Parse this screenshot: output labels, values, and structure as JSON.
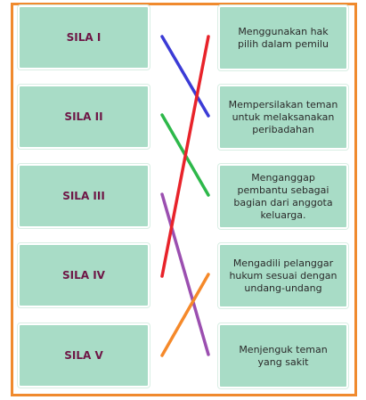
{
  "sila": [
    {
      "label": "SILA I"
    },
    {
      "label": "SILA II"
    },
    {
      "label": "SILA III"
    },
    {
      "label": "SILA IV"
    },
    {
      "label": "SILA V"
    }
  ],
  "descriptions": [
    {
      "text": "Menggunakan hak pilih dalam pemilu"
    },
    {
      "text": "Mempersilakan teman untuk melaksanakan peribadahan"
    },
    {
      "text": "Menganggap pembantu sebagai bagian dari anggota keluarga."
    },
    {
      "text": "Mengadili pelanggar hukum sesuai dengan undang-undang"
    },
    {
      "text": "Menjenguk teman yang sakit"
    }
  ],
  "connections": [
    {
      "from": 0,
      "to": 1,
      "color": "#3b3bd6"
    },
    {
      "from": 1,
      "to": 2,
      "color": "#2db84a"
    },
    {
      "from": 2,
      "to": 4,
      "color": "#9b4fb0"
    },
    {
      "from": 3,
      "to": 0,
      "color": "#e8232a"
    },
    {
      "from": 4,
      "to": 3,
      "color": "#f5892a"
    }
  ],
  "colors": {
    "frame": "#f08a2e",
    "box": "#a8dcc6",
    "sila_text": "#6e1646"
  }
}
